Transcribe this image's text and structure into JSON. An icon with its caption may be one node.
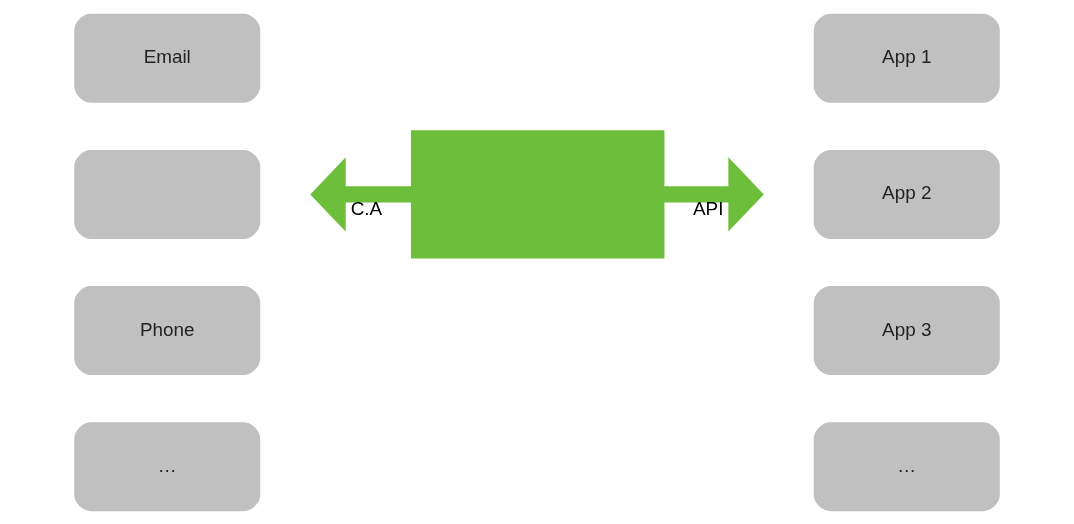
{
  "diagram": {
    "nodes": [
      {
        "text": [
          "Email"
        ]
      },
      {
        "text": [],
        "shape": "box"
      },
      {
        "text": [
          "Phone"
        ]
      },
      {
        "text": [
          "…"
        ]
      },
      {
        "text": [],
        "shape": "box"
      },
      {
        "text": [
          "App 1"
        ]
      },
      {
        "text": [
          "App 2"
        ]
      },
      {
        "text": [
          "App 3"
        ]
      },
      {
        "text": [
          "…"
        ]
      }
    ],
    "edges": [
      {
        "from": 4,
        "to": null,
        "arrow": "to",
        "label": "C.A"
      },
      {
        "from": 4,
        "to": null,
        "arrow": "to",
        "label": "API"
      }
    ]
  }
}
